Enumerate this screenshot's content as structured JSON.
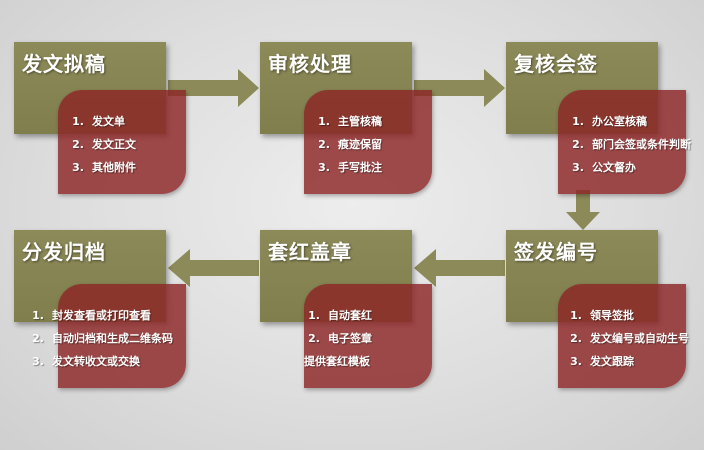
{
  "stages": [
    {
      "title": "发文拟稿",
      "items": [
        "发文单",
        "发文正文",
        "其他附件"
      ]
    },
    {
      "title": "审核处理",
      "items": [
        "主管核稿",
        "痕迹保留",
        "手写批注"
      ]
    },
    {
      "title": "复核会签",
      "items": [
        "办公室核稿",
        "部门会签或条件判断",
        "公文督办"
      ]
    },
    {
      "title": "分发归档",
      "items": [
        "封发查看或打印查看",
        "自动归档和生成二维条码",
        "发文转收文或交换"
      ]
    },
    {
      "title": "套红盖章",
      "items": [
        "自动套红",
        "电子签章"
      ],
      "extra": "提供套红模板"
    },
    {
      "title": "签发编号",
      "items": [
        "领导签批",
        "发文编号或自动生号",
        "发文跟踪"
      ]
    }
  ],
  "numbers": [
    "1.",
    "2.",
    "3."
  ],
  "colors": {
    "stage_fill": "#8c8a58",
    "detail_fill": "#8c2626",
    "arrow_fill": "#8c8a58",
    "background": "#dedede"
  }
}
